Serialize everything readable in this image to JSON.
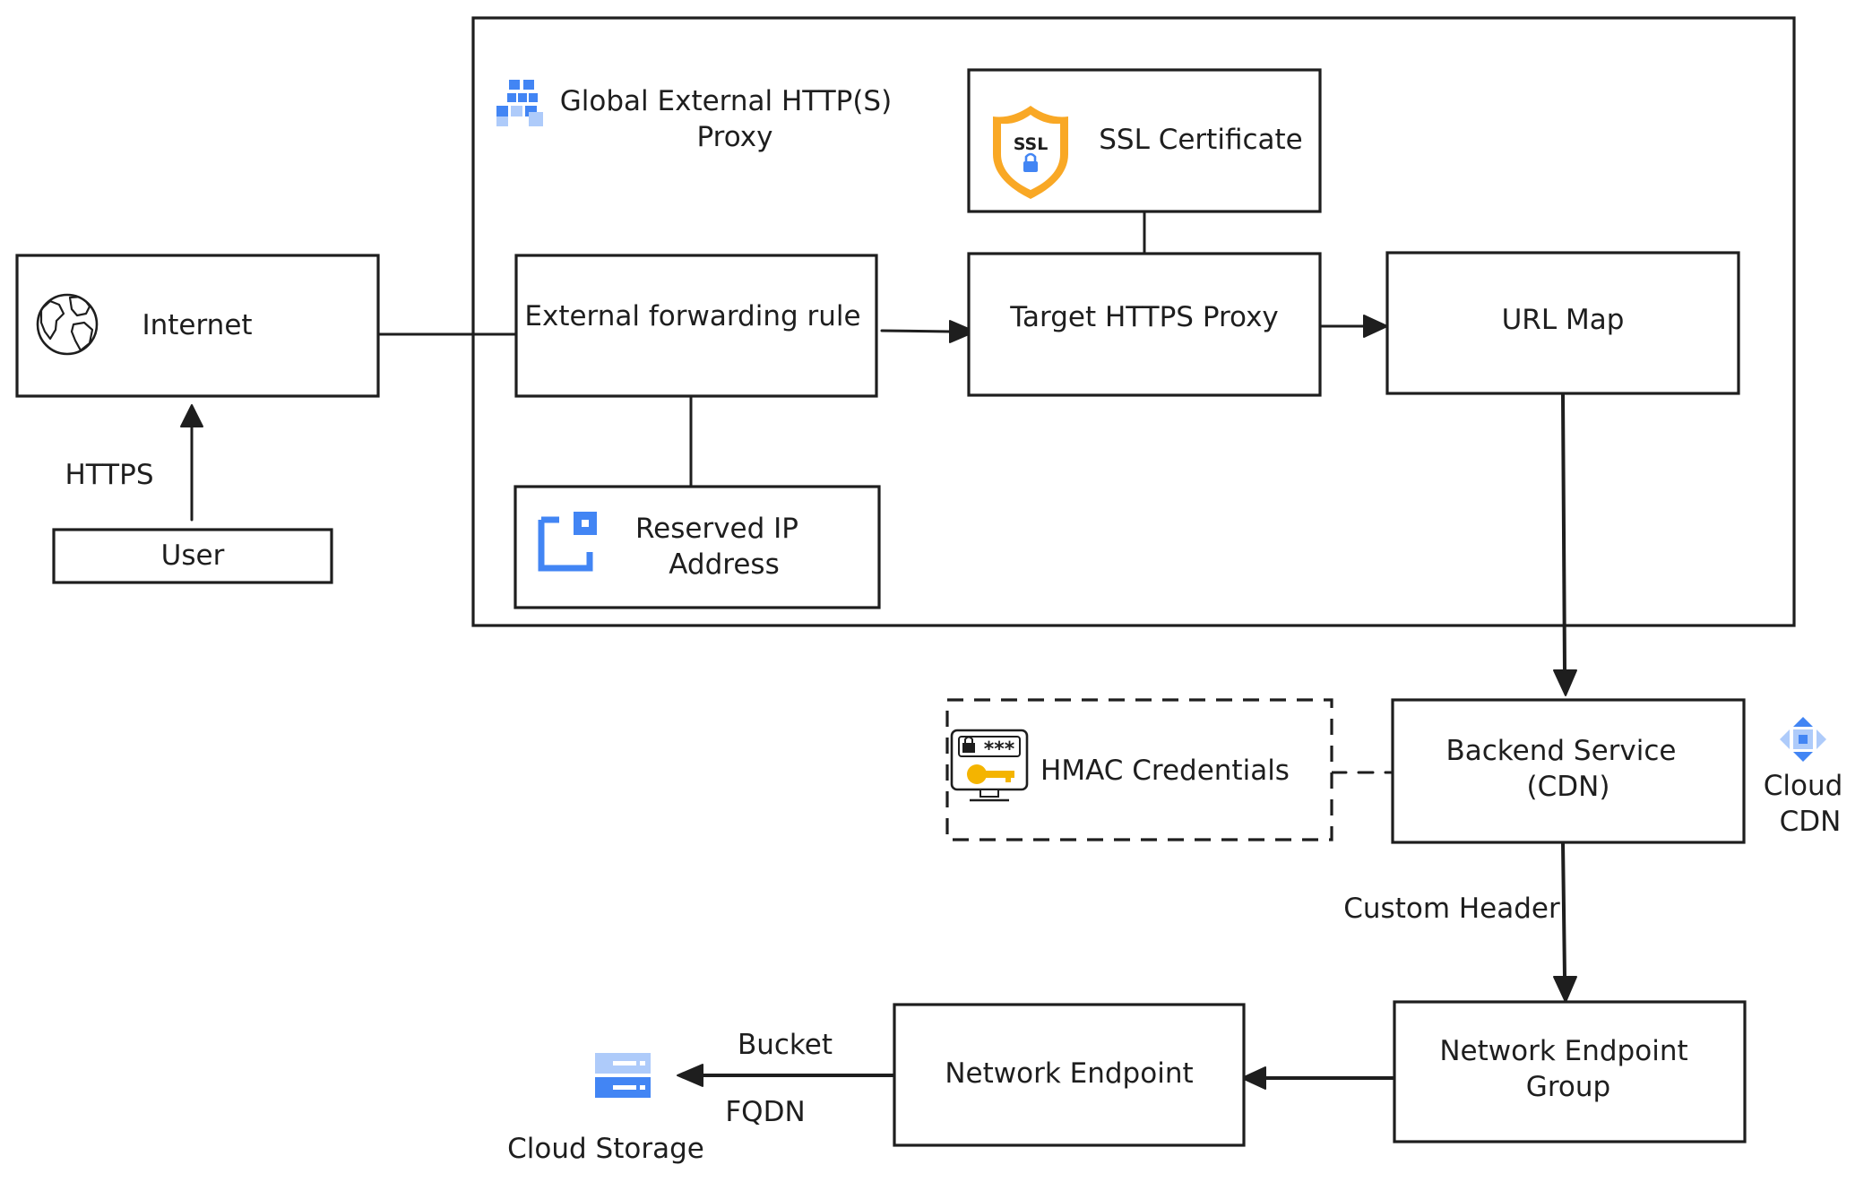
{
  "container": {
    "title_line1": "Global External HTTP(S)",
    "title_line2": "Proxy"
  },
  "nodes": {
    "internet": {
      "label": "Internet",
      "icon": "globe-icon"
    },
    "user": {
      "label": "User"
    },
    "forwarding_rule": {
      "label": "External forwarding rule"
    },
    "reserved_ip": {
      "label_line1": "Reserved IP",
      "label_line2": "Address",
      "icon": "reserved-ip-icon"
    },
    "ssl_cert": {
      "label": "SSL Certificate",
      "icon": "ssl-shield-icon",
      "badge": "SSL"
    },
    "target_proxy": {
      "label": "Target HTTPS Proxy"
    },
    "url_map": {
      "label": "URL Map"
    },
    "backend_service": {
      "label_line1": "Backend Service",
      "label_line2": "(CDN)"
    },
    "hmac": {
      "label": "HMAC Credentials",
      "icon": "hmac-key-icon",
      "badge": "***"
    },
    "cloud_cdn": {
      "label_line1": "Cloud",
      "label_line2": "CDN",
      "icon": "cloud-cdn-icon"
    },
    "neg": {
      "label_line1": "Network Endpoint",
      "label_line2": "Group"
    },
    "network_endpoint": {
      "label": "Network Endpoint"
    },
    "cloud_storage": {
      "label": "Cloud Storage",
      "icon": "cloud-storage-icon"
    }
  },
  "edges": {
    "user_internet": "HTTPS",
    "backend_neg": "Custom Header",
    "endpoint_storage_line1": "Bucket",
    "endpoint_storage_line2": "FQDN"
  },
  "colors": {
    "stroke": "#1e1e1e",
    "gcp_blue": "#4285f4",
    "gcp_light_blue": "#aecbfa",
    "shield_orange": "#f9a825",
    "key_orange": "#f4b400"
  }
}
